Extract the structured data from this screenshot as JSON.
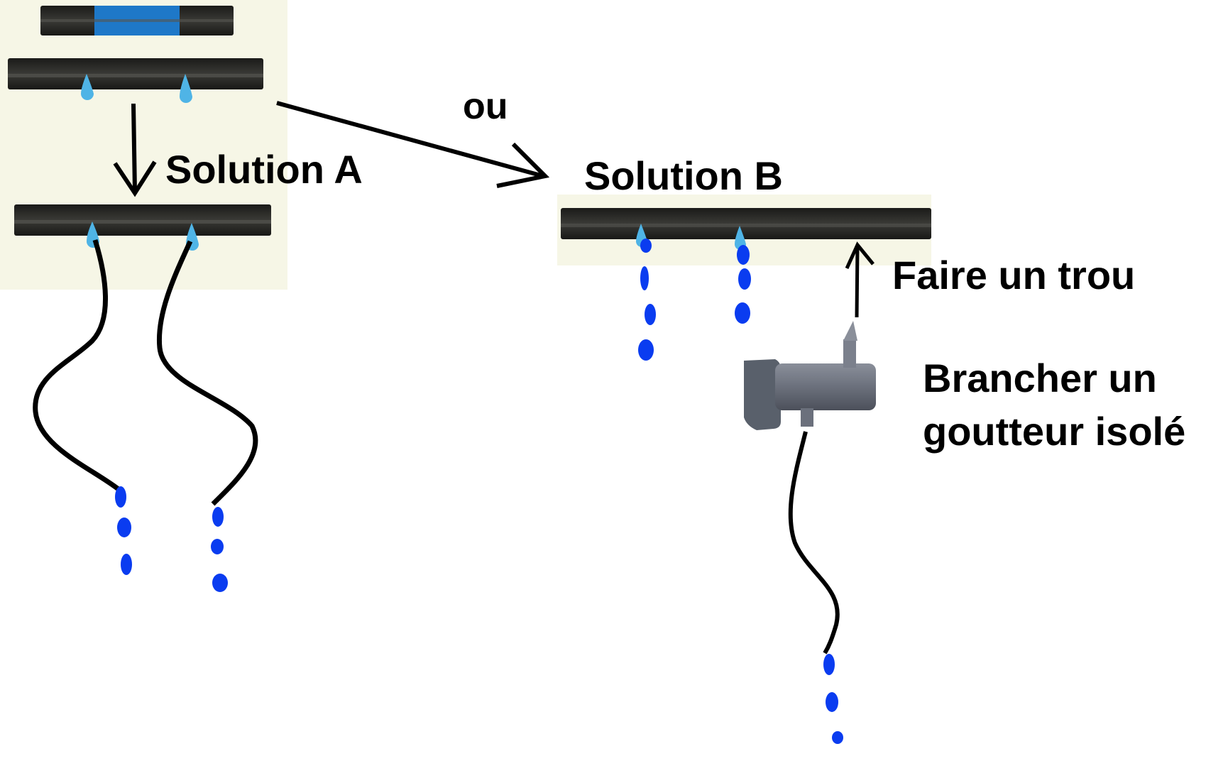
{
  "labels": {
    "or": "ou",
    "solution_a": "Solution A",
    "solution_b": "Solution B",
    "make_hole": "Faire un trou",
    "connect_dripper_line1": "Brancher un",
    "connect_dripper_line2": "goutteur isolé"
  },
  "colors": {
    "panel_background": "#f6f6e6",
    "pipe": "#232320",
    "water_drop": "#0a3cf0",
    "emitter_drop": "#4fb4e6",
    "clogged_section": "#1e78c8",
    "connector": "#6e7380",
    "line": "#000000"
  },
  "scenes": {
    "original_pipe_count": 2,
    "solution_a_tubes": 2,
    "solution_a_drops_per_tube": 3,
    "solution_b_drops_per_emitter": 4,
    "solution_b_isolated_dripper_drops": 3
  }
}
